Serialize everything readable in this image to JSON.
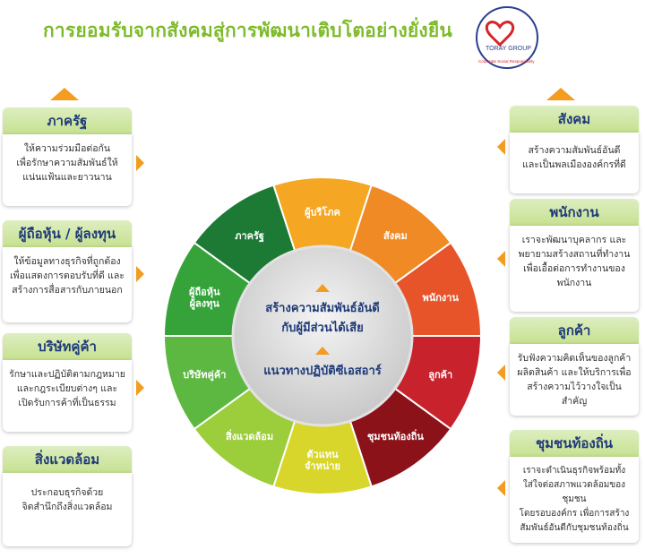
{
  "title": "การยอมรับจากสังคมสู่การพัฒนาเติบโตอย่างยั่งยืน",
  "logo": {
    "brand_text": "TORAY GROUP",
    "tagline": "Corporate Social Responsibility"
  },
  "center": {
    "line1": "สร้างความสัมพันธ์อันดี",
    "line2": "กับผู้มีส่วนได้เสีย",
    "line3": "แนวทางปฏิบัติซีเอสอาร์"
  },
  "wheel_segments": [
    {
      "label": "ผู้บริโภค",
      "color": "#f5a623"
    },
    {
      "label": "สังคม",
      "color": "#f08a24"
    },
    {
      "label": "พนักงาน",
      "color": "#e8542a"
    },
    {
      "label": "ลูกค้า",
      "color": "#c8222c"
    },
    {
      "label": "ชุมชนท้องถิ่น",
      "color": "#8b1218"
    },
    {
      "label": "ตัวแทน จำหน่าย",
      "color": "#d8d62a"
    },
    {
      "label": "สิ่งแวดล้อม",
      "color": "#9ccd3b"
    },
    {
      "label": "บริษัทคู่ค้า",
      "color": "#5cb840"
    },
    {
      "label": "ผู้ถือหุ้น ผู้ลงทุน",
      "color": "#35a33a"
    },
    {
      "label": "ภาครัฐ",
      "color": "#1c7a34"
    }
  ],
  "left_panels": [
    {
      "title": "ภาครัฐ",
      "lines": [
        "ให้ความร่วมมือต่อกัน",
        "เพื่อรักษาความสัมพันธ์ให้",
        "แน่นแฟ้นและยาวนาน"
      ]
    },
    {
      "title": "ผู้ถือหุ้น / ผู้ลงทุน",
      "lines": [
        "ให้ข้อมูลทางธุรกิจที่ถูกต้อง",
        "เพื่อแสดงการตอบรับที่ดี และ",
        "สร้างการสื่อสารกับภายนอก"
      ]
    },
    {
      "title": "บริษัทคู่ค้า",
      "lines": [
        "รักษาและปฏิบัติตามกฎหมาย",
        "และกฎระเบียบต่างๆ และ",
        "เปิดรับการค้าที่เป็นธรรม"
      ]
    },
    {
      "title": "สิ่งแวดล้อม",
      "lines": [
        "ประกอบธุรกิจด้วย",
        "จิตสำนึกถึงสิ่งแวดล้อม"
      ]
    }
  ],
  "right_panels": [
    {
      "title": "สังคม",
      "lines": [
        "สร้างความสัมพันธ์อันดี",
        "และเป็นพลเมืององค์กรที่ดี"
      ]
    },
    {
      "title": "พนักงาน",
      "lines": [
        "เราจะพัฒนาบุคลากร และ",
        "พยายามสร้างสถานที่ทำงาน",
        "เพื่อเอื้อต่อการทำงานของ",
        "พนักงาน"
      ]
    },
    {
      "title": "ลูกค้า",
      "lines": [
        "รับฟังความคิดเห็นของลูกค้า",
        "ผลิตสินค้า และให้บริการเพื่อ",
        "สร้างความไว้วางใจเป็นสำคัญ"
      ]
    },
    {
      "title": "ชุมชนท้องถิ่น",
      "lines": [
        "เราจะดำเนินธุรกิจพร้อมทั้ง",
        "ใส่ใจต่อสภาพแวดล้อมของชุมชน",
        "โดยรอบองค์กร เพื่อการสร้าง",
        "สัมพันธ์อันดีกับชุมชนท้องถิ่น"
      ]
    }
  ]
}
